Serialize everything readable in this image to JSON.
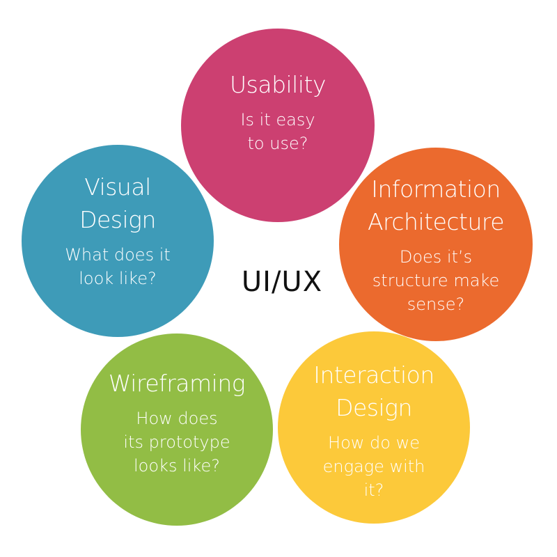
{
  "center": {
    "label": "UI/UX"
  },
  "circles": {
    "usability": {
      "title": [
        "Usability"
      ],
      "desc": [
        "Is it easy",
        "to use?"
      ],
      "color": "#CC4071"
    },
    "visual_design": {
      "title": [
        "Visual",
        "Design"
      ],
      "desc": [
        "What does it",
        "look like?"
      ],
      "color": "#3E9BB8"
    },
    "information_architecture": {
      "title": [
        "Information",
        "Architecture"
      ],
      "desc": [
        "Does it’s",
        "structure make",
        "sense?"
      ],
      "color": "#EB6A2E"
    },
    "wireframing": {
      "title": [
        "Wireframing"
      ],
      "desc": [
        "How does",
        "its prototype",
        "looks like?"
      ],
      "color": "#92BD45"
    },
    "interaction_design": {
      "title": [
        "Interaction",
        "Design"
      ],
      "desc": [
        "How do we",
        "engage with",
        "it?"
      ],
      "color": "#FCC93A"
    }
  }
}
